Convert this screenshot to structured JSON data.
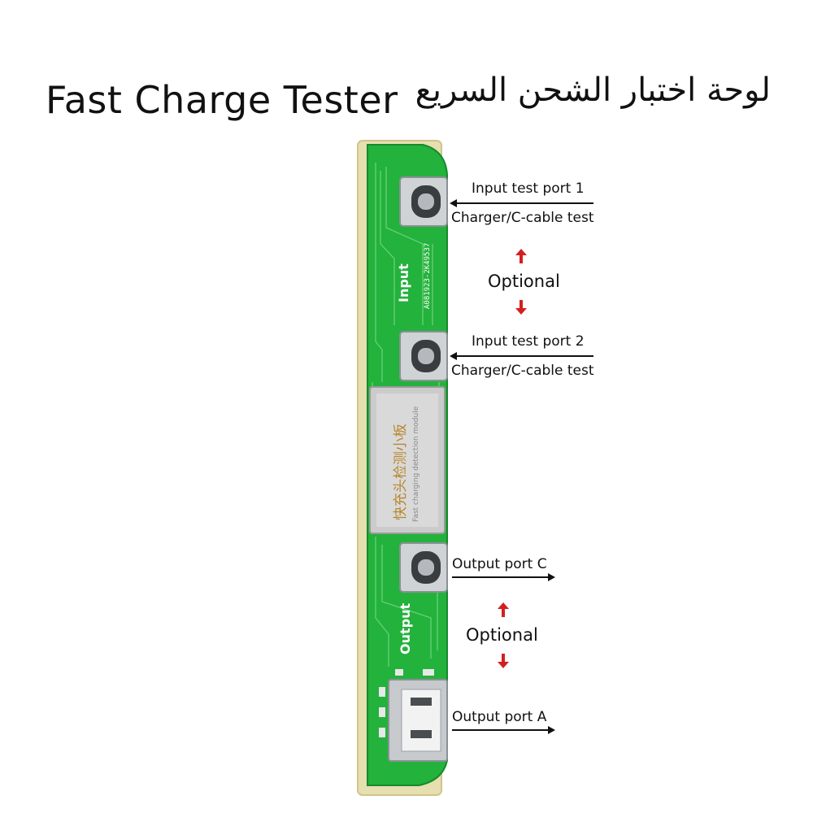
{
  "title": {
    "english": "Fast Charge Tester",
    "arabic": "لوحة اختبار الشحن السريع"
  },
  "board": {
    "section_input": "Input",
    "section_output": "Output",
    "serial": "A081923-2K49537",
    "module_chinese": "快充头检测小板",
    "module_english": "Fast charging detection module",
    "colors": {
      "pcb": "#1fb33a",
      "pcb_dark": "#148a2a",
      "frame": "#d8cf95",
      "module": "#c9c9c9"
    }
  },
  "callouts": {
    "input1_line1": "Input test port 1",
    "input1_line2": "Charger/C-cable test",
    "input2_line1": "Input test port 2",
    "input2_line2": "Charger/C-cable test",
    "optional_top": "Optional",
    "optional_bottom": "Optional",
    "output_c": "Output port C",
    "output_a": "Output port A",
    "arrow_color": "#d41f1f"
  }
}
